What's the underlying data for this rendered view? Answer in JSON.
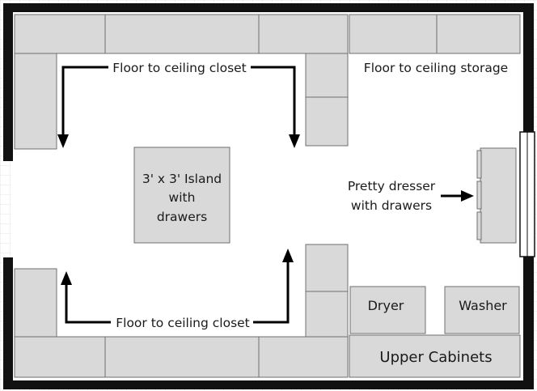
{
  "labels": {
    "closet_top": "Floor to ceiling closet",
    "closet_bottom": "Floor to ceiling closet",
    "storage": "Floor to ceiling storage",
    "island": [
      "3' x 3' Island",
      "with",
      "drawers"
    ],
    "dresser": [
      "Pretty dresser",
      "with drawers"
    ],
    "dryer": "Dryer",
    "washer": "Washer",
    "upper_cabinets": "Upper Cabinets"
  },
  "colors": {
    "cabinet_fill": "#d9d9d9",
    "cabinet_stroke": "#6f6f6f",
    "wall": "#111111",
    "grid": "#e6e6e6"
  }
}
